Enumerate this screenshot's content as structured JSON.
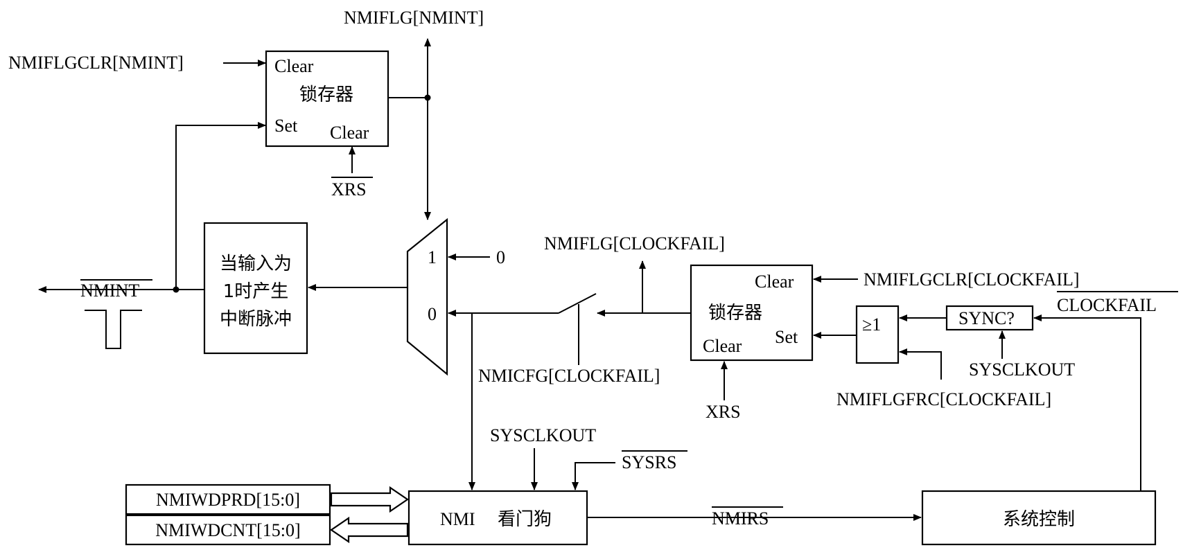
{
  "diagram": {
    "latch_top": {
      "title": "锁存器",
      "clear_in": "Clear",
      "set_in": "Set",
      "clear_reset": "Clear",
      "clr_signal": "NMIFLGCLR[NMINT]",
      "reset_signal": "XRS",
      "flag_output": "NMIFLG[NMINT]"
    },
    "pulse_gen": {
      "line1": "当输入为",
      "line2": "1时产生",
      "line3": "中断脉冲"
    },
    "output_signal": "NMINT",
    "mux": {
      "in1": "1",
      "in0": "0",
      "const_input": "0"
    },
    "switch_label": "NMICFG[CLOCKFAIL]",
    "latch_clock": {
      "title": "锁存器",
      "clear_in": "Clear",
      "set_in": "Set",
      "clear_reset": "Clear",
      "clr_signal": "NMIFLGCLR[CLOCKFAIL]",
      "reset_signal": "XRS",
      "flag_output": "NMIFLG[CLOCKFAIL]"
    },
    "or_gate": "≥1",
    "sync": {
      "label": "SYNC?",
      "clock": "SYSCLKOUT",
      "input": "CLOCKFAIL"
    },
    "force_signal": "NMIFLGFRC[CLOCKFAIL]",
    "watchdog": {
      "label_nmi": "NMI",
      "label_cn": "看门狗",
      "clock": "SYSCLKOUT",
      "reset": "SYSRS",
      "output": "NMIRS",
      "period_reg": "NMIWDPRD[15:0]",
      "count_reg": "NMIWDCNT[15:0]"
    },
    "system_control": "系统控制"
  }
}
